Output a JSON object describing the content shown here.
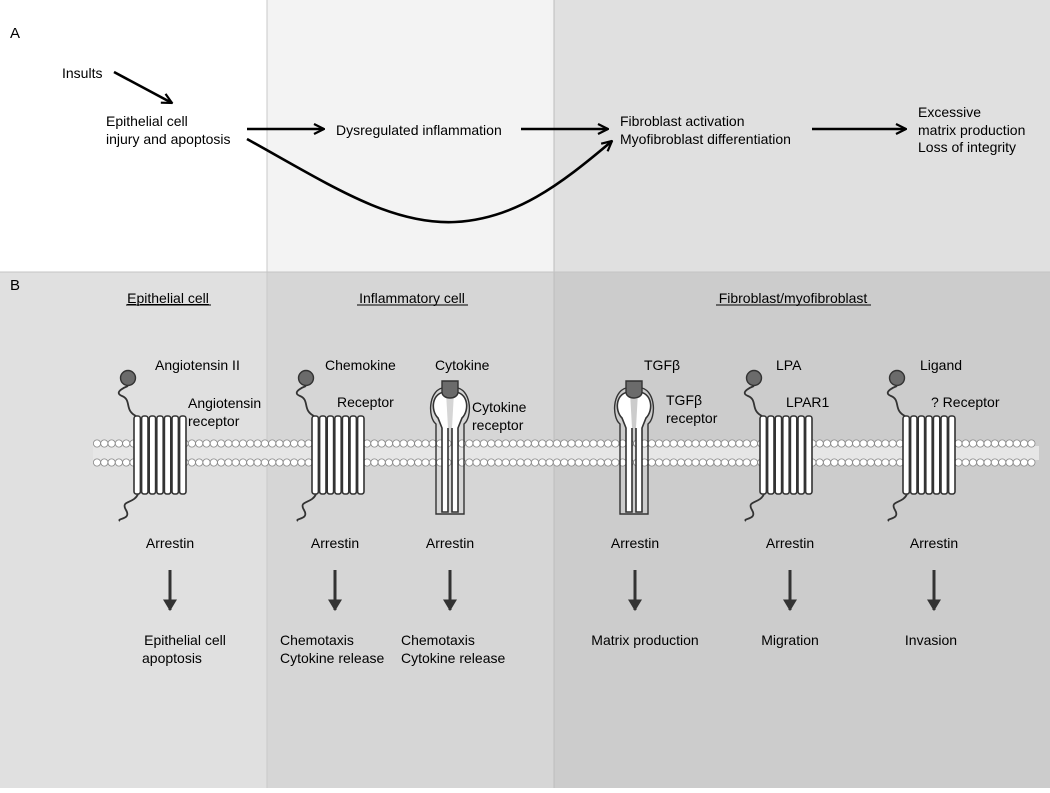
{
  "panel_a": {
    "label": "A",
    "insults": "Insults",
    "epithelial_line1": "Epithelial cell",
    "epithelial_line2": "injury and apoptosis",
    "inflammation": "Dysregulated inflammation",
    "fibroblast_line1": "Fibroblast activation",
    "fibroblast_line2": "Myofibroblast differentiation",
    "outcome_line1": "Excessive",
    "outcome_line2": "matrix production",
    "outcome_line3": "Loss of integrity"
  },
  "panel_b": {
    "label": "B",
    "headers": {
      "epithelial": "Epithelial cell",
      "inflammatory": "Inflammatory cell",
      "fibroblast": "Fibroblast/myofibroblast"
    },
    "receptors": [
      {
        "ligand": "Angiotensin II",
        "receptor_line1": "Angiotensin",
        "receptor_line2": "receptor",
        "adapter": "Arrestin",
        "effect_line1": "Epithelial cell",
        "effect_line2": "apoptosis"
      },
      {
        "ligand": "Chemokine",
        "receptor_line1": "Receptor",
        "receptor_line2": "",
        "adapter": "Arrestin",
        "effect_line1": "Chemotaxis",
        "effect_line2": "Cytokine release"
      },
      {
        "ligand": "Cytokine",
        "receptor_line1": "Cytokine",
        "receptor_line2": "receptor",
        "adapter": "Arrestin",
        "effect_line1": "Chemotaxis",
        "effect_line2": "Cytokine release"
      },
      {
        "ligand": "TGFβ",
        "receptor_line1": "TGFβ",
        "receptor_line2": "receptor",
        "adapter": "Arrestin",
        "effect_line1": "Matrix production",
        "effect_line2": ""
      },
      {
        "ligand": "LPA",
        "receptor_line1": "LPAR1",
        "receptor_line2": "",
        "adapter": "Arrestin",
        "effect_line1": "Migration",
        "effect_line2": ""
      },
      {
        "ligand": "Ligand",
        "receptor_line1": "? Receptor",
        "receptor_line2": "",
        "adapter": "Arrestin",
        "effect_line1": "Invasion",
        "effect_line2": ""
      }
    ]
  },
  "colors": {
    "zone_a1": "#ffffff",
    "zone_a2": "#f3f3f3",
    "zone_a3": "#e0e0e0",
    "zone_b1": "#e0e0e0",
    "zone_b2": "#d6d6d6",
    "zone_b3": "#cccccc",
    "ligand_fill": "#6b6b6b",
    "arrow": "#222222"
  }
}
